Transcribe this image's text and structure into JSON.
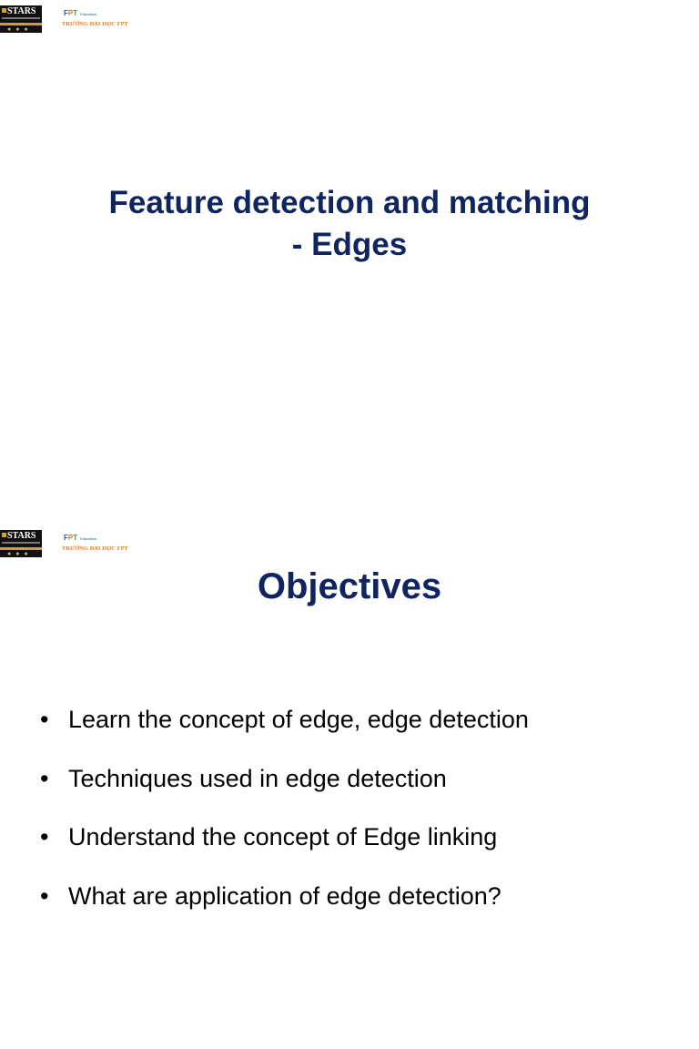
{
  "slides": [
    {
      "logo": {
        "stars_text": "STARS",
        "fpt_letters": [
          "F",
          "P",
          "T"
        ],
        "fpt_edu": "Education",
        "university": "TRƯỜNG ĐẠI HỌC FPT"
      },
      "title_lines": [
        "Feature detection and matching",
        "- Edges"
      ]
    },
    {
      "logo": {
        "stars_text": "STARS",
        "fpt_letters": [
          "F",
          "P",
          "T"
        ],
        "fpt_edu": "Education",
        "university": "TRƯỜNG ĐẠI HỌC FPT"
      },
      "title": "Objectives",
      "bullet_char": "•",
      "bullets": [
        "Learn the concept of edge, edge detection",
        "Techniques used in edge detection",
        "Understand the concept of Edge linking",
        "What are application of edge detection?"
      ]
    }
  ]
}
